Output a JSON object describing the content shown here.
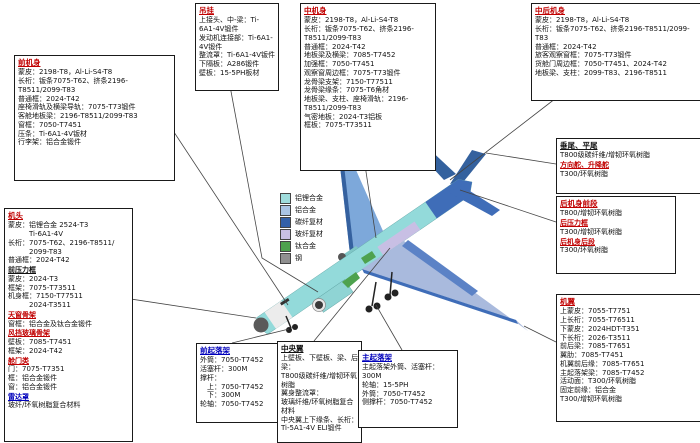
{
  "colors": {
    "title_red": "#c00000",
    "title_blue": "#0000bb",
    "leader_line": "#444444"
  },
  "legend": {
    "items": [
      {
        "name": "aluminum-lithium-alloy",
        "label": "铝锂合金",
        "color": "#9fdcdc"
      },
      {
        "name": "aluminum-alloy",
        "label": "铝合金",
        "color": "#aac4e4"
      },
      {
        "name": "carbon-fiber-composite",
        "label": "碳纤复材",
        "color": "#3360a8"
      },
      {
        "name": "glass-fiber-composite",
        "label": "玻纤复材",
        "color": "#c8bfe4"
      },
      {
        "name": "titanium-alloy",
        "label": "钛合金",
        "color": "#4ea24e"
      },
      {
        "name": "steel",
        "label": "钢",
        "color": "#909090"
      }
    ]
  },
  "boxes": {
    "pylon": {
      "title": "吊挂",
      "sections": [
        {
          "lines": [
            "上接头、中-梁：Ti-6A1-4V锻件",
            "发动机连接部：Ti-6A1-4V锻件",
            "整流罩：Ti-6A1-4V钣件",
            "下隔板：A286锻件",
            "壁板：15-5PH板材"
          ]
        }
      ]
    },
    "mid_fuselage": {
      "title": "中机身",
      "sections": [
        {
          "lines": [
            "蒙皮：2198-T8，Al-Li-S4-T8",
            "长桁：钣条7075-T62、挤条2196-T8511/2099-T83",
            "普通框：2024-T42",
            "地板梁及横梁：7085-T7452",
            "加强框：7050-T7451",
            "观察窗周边框：7075-T73锻件",
            "龙骨梁支架：7150-T77511",
            "龙骨梁缘条：7075-T6角材",
            "地板梁、支柱、座椅滑轨：2196-T8511/2099-T83",
            "气密地板：2024-T3铝板",
            "框板：7075-T73511"
          ]
        }
      ]
    },
    "mid_aft_fuselage": {
      "title": "中后机身",
      "sections": [
        {
          "lines": [
            "蒙皮：2198-T8，Al-Li-S4-T8",
            "长桁：钣条7075-T62、挤条2196-T8511/2099-T83",
            "普通框：2024-T42",
            "旅客观察窗框：7075-T73锻件",
            "货舱门周边框：7050-T7451、2024-T42",
            "地板梁、支柱：2099-T83、2196-T8511"
          ]
        }
      ]
    },
    "fwd_fuselage": {
      "title": "前机身",
      "sections": [
        {
          "lines": [
            "蒙皮：2198-T8，Al-Li-S4-T8",
            "长桁：钣条7075-T62、挤条2196-T8511/2099-T83",
            "普通框：2024-T42",
            "座椅滑轨及横梁导轨：7075-T73锻件",
            "客舱地板梁：2196-T8511/2099-T83",
            "窗框：7050-T7451",
            "压条：Ti-6A1-4V钣材",
            "行李架：铝合金锻件"
          ]
        }
      ]
    },
    "nose": {
      "title": "机头",
      "sections": [
        {
          "lines": [
            "蒙皮：铝锂合金 2524-T3",
            "　　　Ti-6A1-4V",
            "长桁：7075-T62、2196-T8511/",
            "　　　2099-T83",
            "普通框：2024-T42"
          ]
        },
        {
          "subtitle": "前压力框",
          "lines": [
            "蒙皮：2024-T3",
            "框架：7075-T73511",
            "机身框：7150-T77511",
            "　　　2024-T3511"
          ]
        },
        {
          "subtitle": "天窗骨架",
          "lines": [
            "窗框：铝合金及钛合金锻件"
          ]
        },
        {
          "subtitle": "风挡玻璃骨架",
          "lines": [
            "壁板：7085-T7451",
            "框架：2024-T42"
          ]
        },
        {
          "subtitle": "舱门类",
          "lines": [
            "门：7075-T7351",
            "框：铝合金锻件",
            "窗：铝合金锻件"
          ]
        },
        {
          "subtitle": "雷达罩",
          "lines": [
            "玻纤/环氧树脂复合材料"
          ]
        }
      ]
    },
    "tails": {
      "title": "垂尾、平尾",
      "sections": [
        {
          "lines": [
            "T800级碳纤维/增韧环氧树脂"
          ]
        },
        {
          "subtitle": "方向舵、升降舵",
          "lines": [
            "T300/环氧树脂"
          ]
        }
      ]
    },
    "aft_fuselage": {
      "title": "后机身前段",
      "sections": [
        {
          "lines": [
            "T800/增韧环氧树脂"
          ]
        },
        {
          "subtitle": "后压力框",
          "lines": [
            "T300/增韧环氧树脂"
          ]
        },
        {
          "subtitle": "后机身后段",
          "lines": [
            "T300/环氧树脂"
          ]
        }
      ]
    },
    "wing": {
      "title": "机翼",
      "sections": [
        {
          "lines": [
            "上蒙皮：7055-T7751",
            "上长桁：7055-T76511",
            "下蒙皮：2024HDT-T351",
            "下长桁：2026-T3511",
            "前后梁：7085-T7651",
            "翼肋：7085-T7451",
            "机翼前后缘：7085-T7651",
            "主起落架梁：7085-T7452",
            "活动面：T300/环氧树脂",
            "固定前缘：铝合金",
            "T300/增韧环氧树脂"
          ]
        }
      ]
    },
    "nose_gear": {
      "title": "前起落架",
      "sections": [
        {
          "lines": [
            "外筒：7050-T7452",
            "活塞杆：300M",
            "撑杆：",
            "　上：7050-T7452",
            "　下：300M",
            "轮轴：7050-T7452"
          ]
        }
      ]
    },
    "center_wing": {
      "title": "中央翼",
      "sections": [
        {
          "lines": [
            "上壁板、下壁板、梁、后梁：",
            "T800级碳纤维/增韧环氧树脂",
            "翼身整流罩：",
            "玻璃纤维/环氧树脂复合材料",
            "中央翼上下缘条、长桁：",
            "Ti-5A1-4V ELI锻件"
          ]
        }
      ]
    },
    "main_gear": {
      "title": "主起落架",
      "sections": [
        {
          "lines": [
            "主起落架外筒、活塞杆：300M",
            "轮轴：15-5PH",
            "外筒：7050-T7452",
            "侧撑杆：7050-T7452"
          ]
        }
      ]
    }
  }
}
